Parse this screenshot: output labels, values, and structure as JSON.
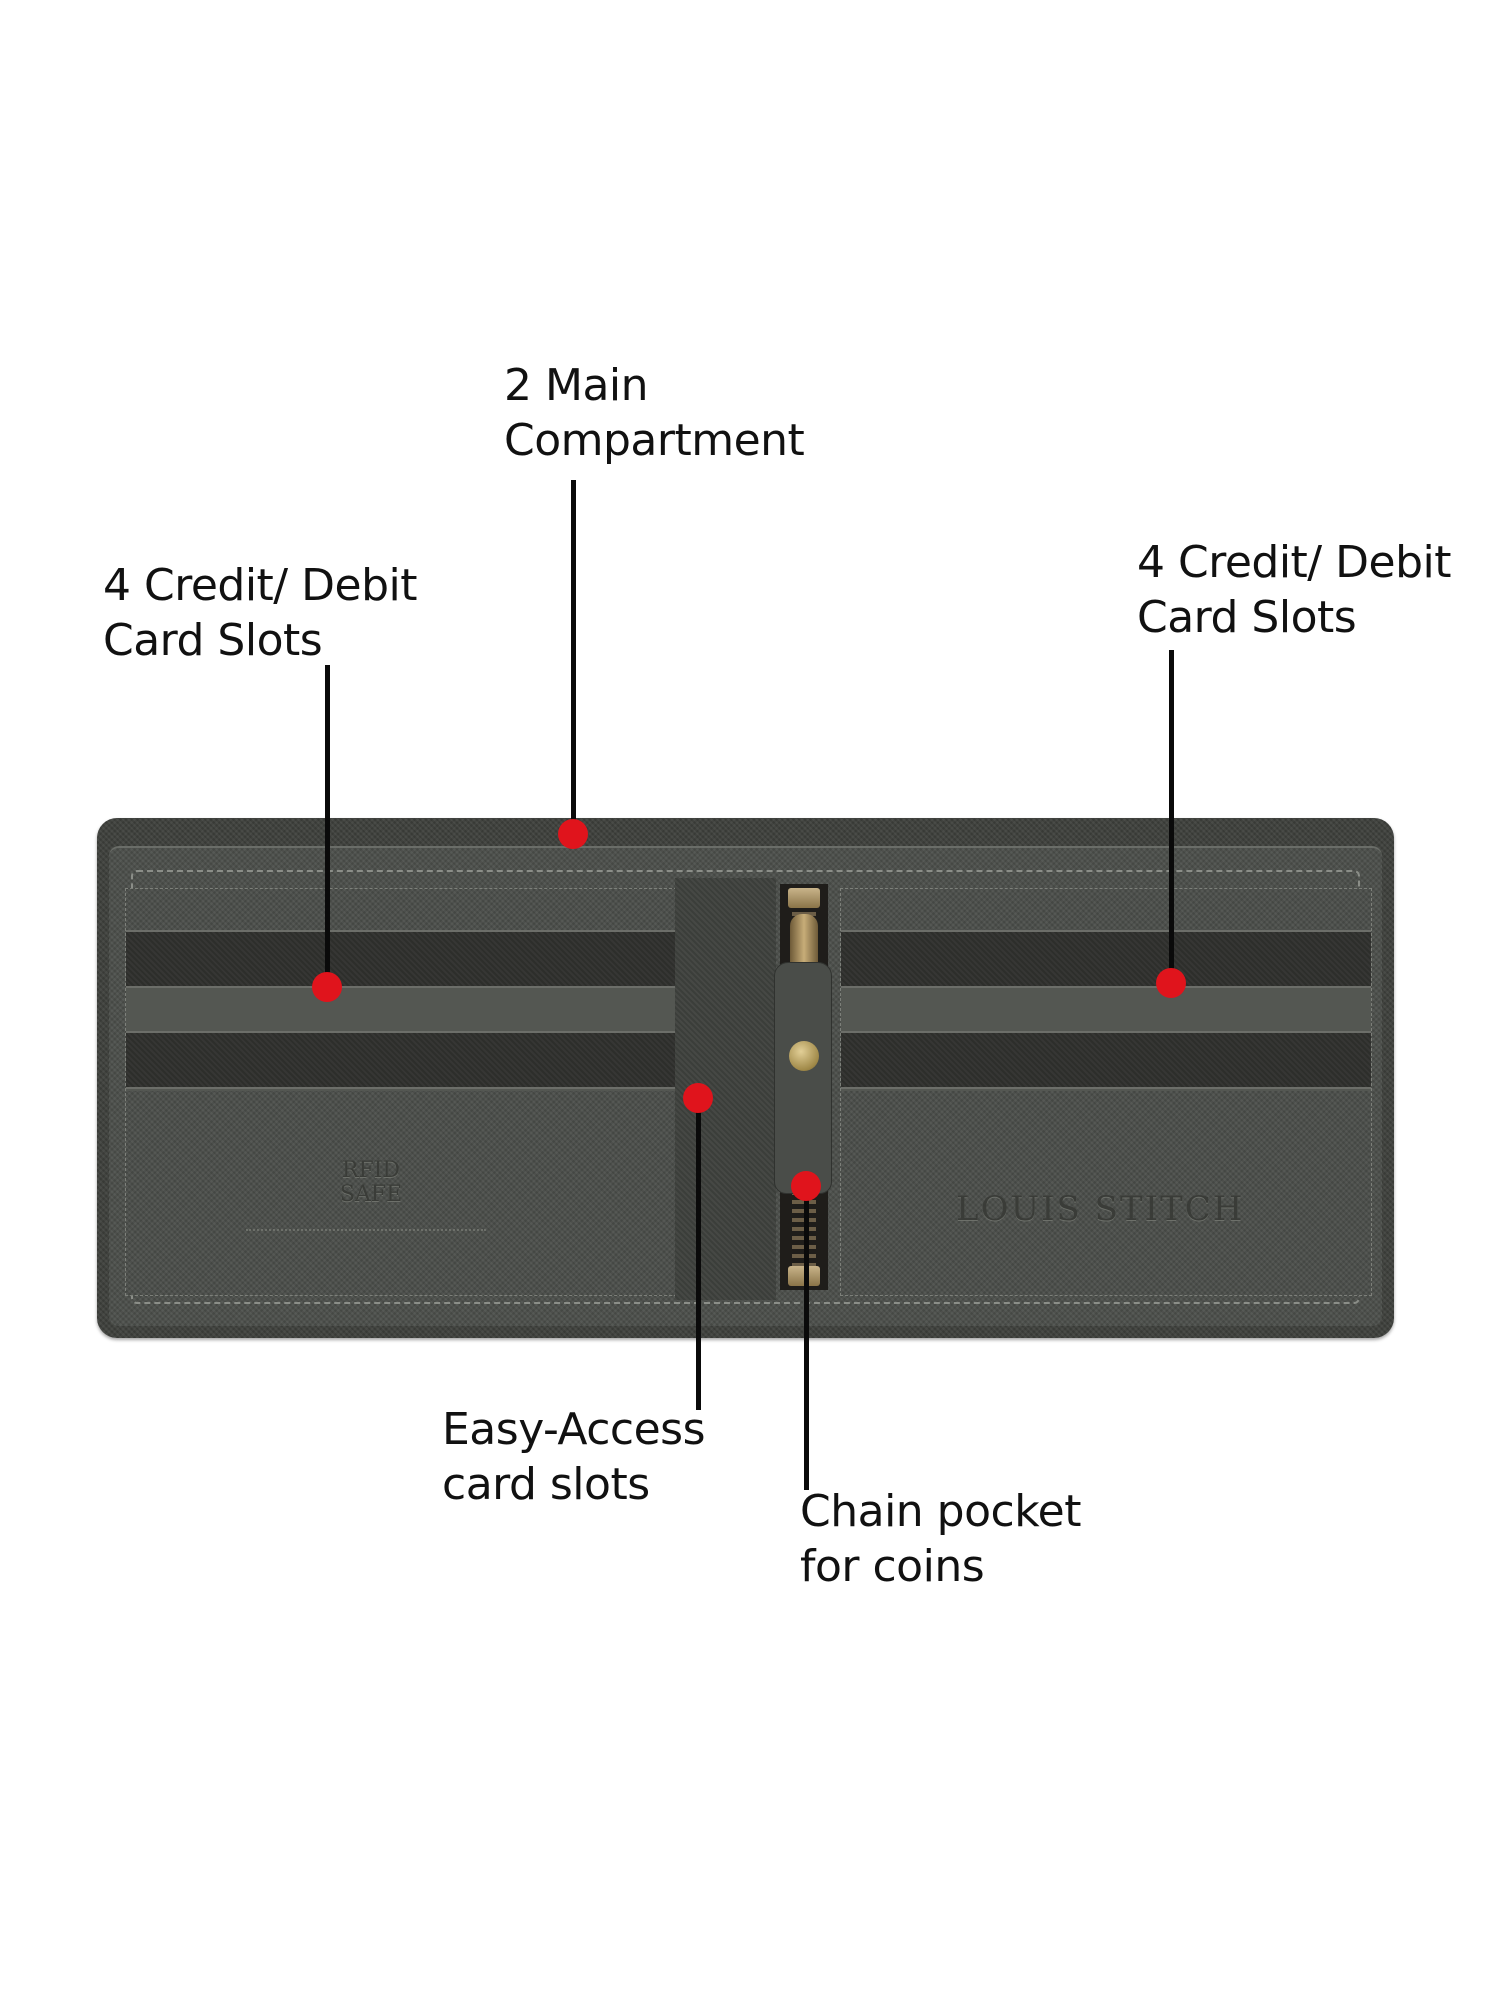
{
  "annotations": {
    "main_compartment": {
      "line1": "2 Main",
      "line2": "Compartment"
    },
    "left_card_slots": {
      "line1": "4 Credit/ Debit",
      "line2": "Card Slots"
    },
    "right_card_slots": {
      "line1": "4 Credit/ Debit",
      "line2": "Card Slots"
    },
    "easy_access": {
      "line1": "Easy-Access",
      "line2": "card slots"
    },
    "chain_pocket": {
      "line1": "Chain pocket",
      "line2": "for coins"
    }
  },
  "product": {
    "type": "bifold wallet",
    "color": "#4a4d49",
    "brand_emboss": "LOUIS STITCH",
    "left_emboss": "RFID SAFE"
  },
  "colors": {
    "marker_dot": "#e0141c",
    "leader_line": "#0a0a0a",
    "label_text": "#111111",
    "background": "#ffffff"
  }
}
